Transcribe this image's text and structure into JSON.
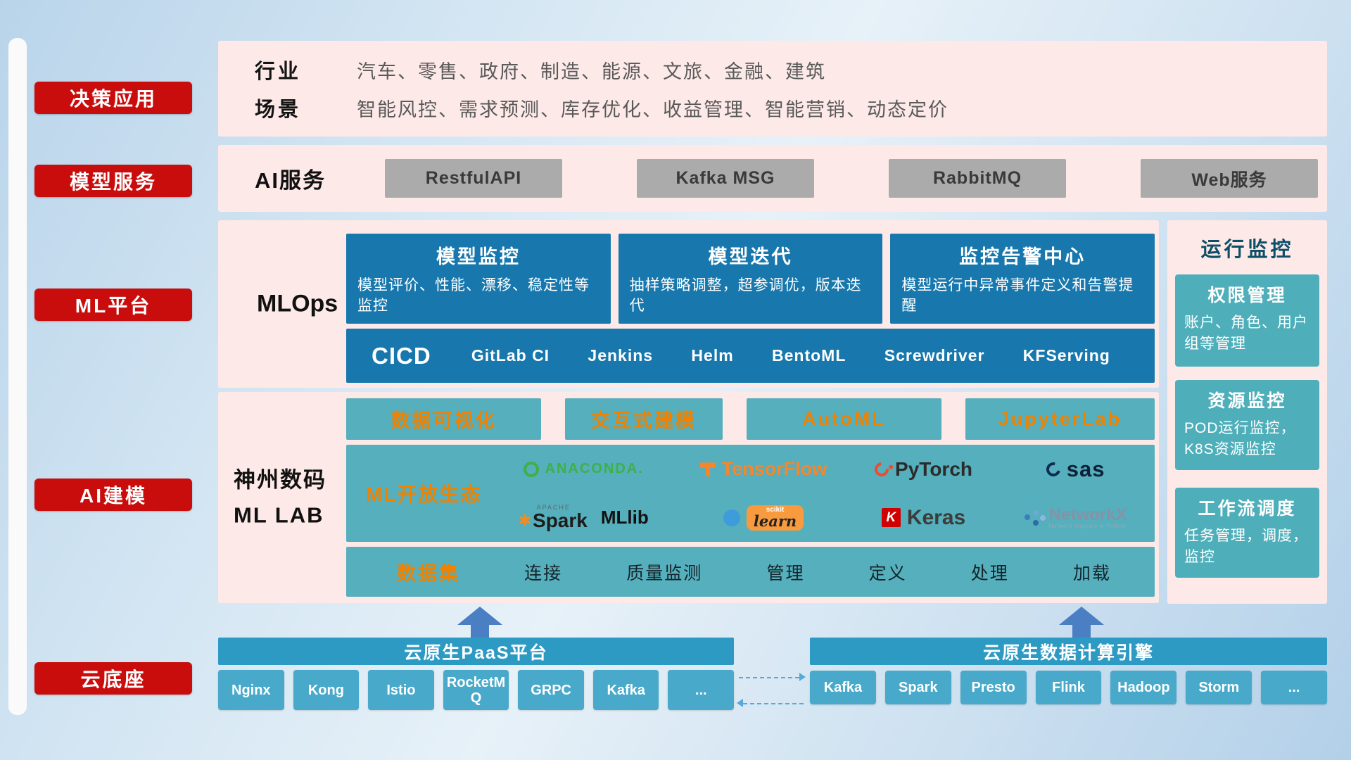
{
  "sidebar": {
    "items": [
      {
        "label": "决策应用"
      },
      {
        "label": "模型服务"
      },
      {
        "label": "ML平台"
      },
      {
        "label": "AI建模"
      },
      {
        "label": "云底座"
      }
    ]
  },
  "industry": {
    "rows": [
      {
        "label": "行业",
        "value": "汽车、零售、政府、制造、能源、文旅、金融、建筑"
      },
      {
        "label": "场景",
        "value": "智能风控、需求预测、库存优化、收益管理、智能营销、动态定价"
      }
    ]
  },
  "ai_service": {
    "label": "AI服务",
    "buttons": [
      "RestfulAPI",
      "Kafka MSG",
      "RabbitMQ",
      "Web服务"
    ]
  },
  "mlops": {
    "label": "MLOps",
    "cards": [
      {
        "title": "模型监控",
        "desc": "模型评价、性能、漂移、稳定性等监控"
      },
      {
        "title": "模型迭代",
        "desc": "抽样策略调整，超参调优，版本迭代"
      },
      {
        "title": "监控告警中心",
        "desc": "模型运行中异常事件定义和告警提醒"
      }
    ],
    "cicd_label": "CICD",
    "cicd_items": [
      "GitLab CI",
      "Jenkins",
      "Helm",
      "BentoML",
      "Screwdriver",
      "KFServing"
    ]
  },
  "monitoring": {
    "title": "运行监控",
    "cards": [
      {
        "title": "权限管理",
        "desc": "账户、角色、用户组等管理"
      },
      {
        "title": "资源监控",
        "desc": "POD运行监控，K8S资源监控"
      },
      {
        "title": "工作流调度",
        "desc": "任务管理，调度，监控"
      }
    ]
  },
  "mllab": {
    "label_line1": "神州数码",
    "label_line2": "ML LAB",
    "tools": [
      "数据可视化",
      "交互式建模",
      "AutoML",
      "JupyterLab"
    ],
    "ecosystem_label": "ML开放生态",
    "logos": [
      {
        "name": "anaconda",
        "label": "ANACONDA."
      },
      {
        "name": "tensorflow",
        "label": "TensorFlow"
      },
      {
        "name": "pytorch",
        "label": "PyTorch"
      },
      {
        "name": "sas",
        "label": "sas"
      },
      {
        "name": "spark",
        "sub": "APACHE",
        "label": "Spark",
        "glyph": "✱"
      },
      {
        "name": "mllib",
        "label": "MLlib"
      },
      {
        "name": "scikit-learn",
        "sub": "scikit",
        "label": "learn"
      },
      {
        "name": "keras",
        "badge": "K",
        "label": "Keras"
      },
      {
        "name": "networkx",
        "label": "NetworkX",
        "sub": "Network Analysis in Python"
      }
    ],
    "dataset_label": "数据集",
    "dataset_items": [
      "连接",
      "质量监测",
      "管理",
      "定义",
      "处理",
      "加载"
    ]
  },
  "paas": {
    "title": "云原生PaaS平台",
    "buttons": [
      "Nginx",
      "Kong",
      "Istio",
      "RocketMQ",
      "GRPC",
      "Kafka",
      "..."
    ]
  },
  "engine": {
    "title": "云原生数据计算引擎",
    "buttons": [
      "Kafka",
      "Spark",
      "Presto",
      "Flink",
      "Hadoop",
      "Storm",
      "..."
    ]
  },
  "colors": {
    "accent_red": "#c90d0d",
    "panel_pink": "#fdeae8",
    "deep_blue": "#1878ad",
    "teal": "#55afbc",
    "teal_card": "#4eafba",
    "bar_blue": "#2d9ac4",
    "chip_blue": "#49a9ca",
    "orange": "#ef8200",
    "arrow_blue": "#4b7fc3",
    "gray_button": "#ababab"
  }
}
